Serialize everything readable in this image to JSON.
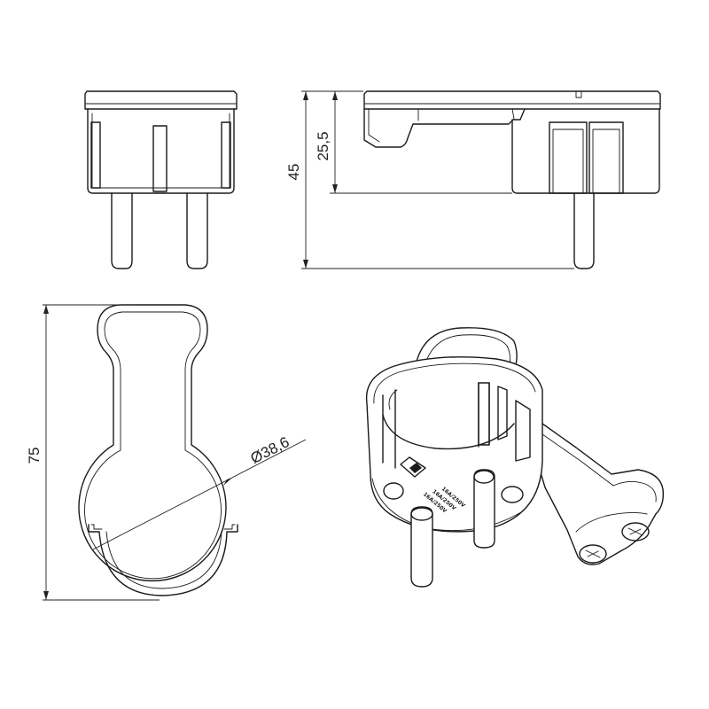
{
  "dimensions": {
    "height_total": "45",
    "height_body": "25,5",
    "length": "75",
    "diameter": "Ø38,6"
  },
  "rating_label": {
    "line1": "16A/250V",
    "line2": "16A/250V",
    "line3": "16A/250V"
  }
}
